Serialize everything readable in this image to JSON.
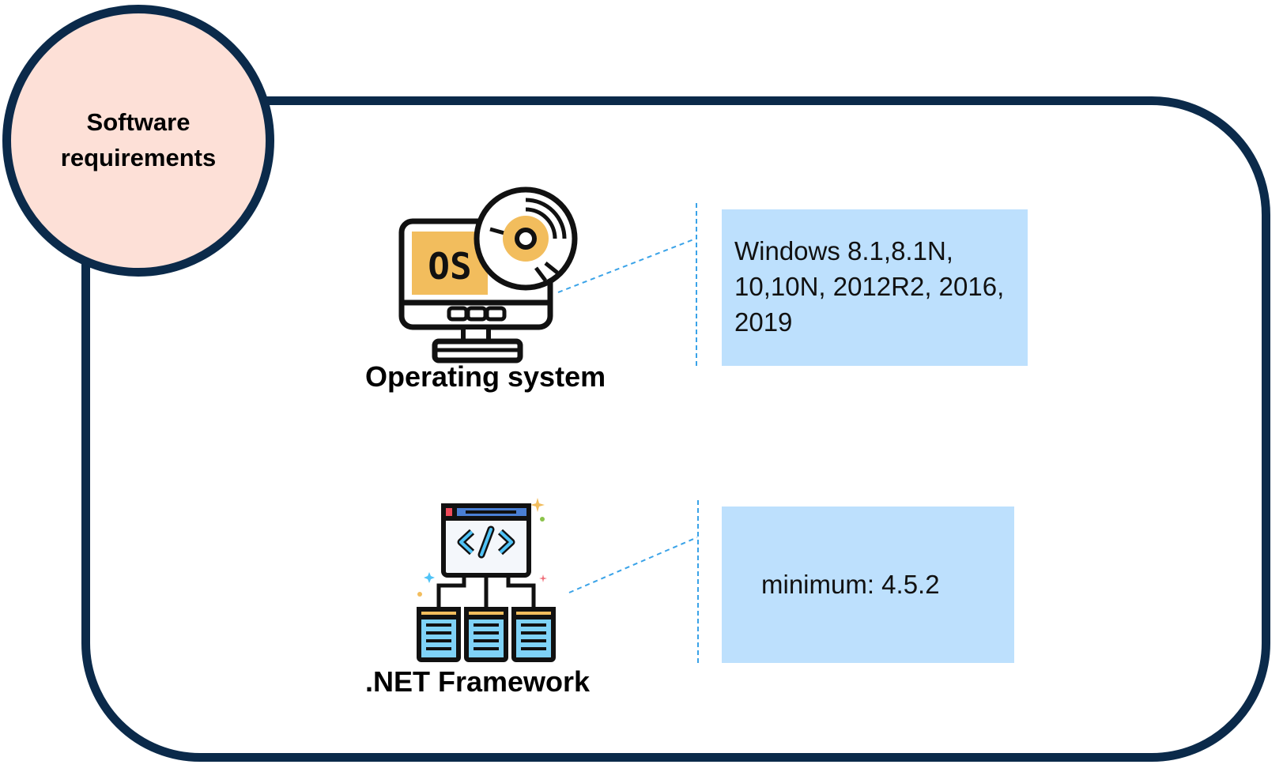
{
  "title": "Software requirements",
  "items": [
    {
      "label": "Operating system",
      "icon": "computer-os-disc-icon",
      "value": "Windows 8.1,8.1N, 10,10N, 2012R2, 2016, 2019"
    },
    {
      "label": ".NET Framework",
      "icon": "code-window-hierarchy-icon",
      "value": "minimum: 4.5.2"
    }
  ],
  "colors": {
    "frame": "#0b2a4a",
    "title_fill": "#fde0d7",
    "info_fill": "#bde0fd",
    "connector": "#3aa3e8",
    "os_badge": "#f2bd5d"
  }
}
